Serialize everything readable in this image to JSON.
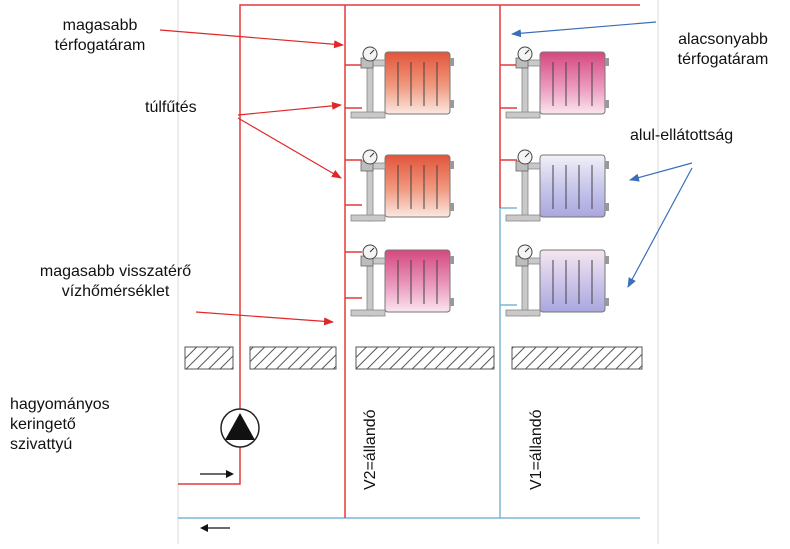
{
  "labels": {
    "higher_flow": [
      "magasabb",
      "térfogatáram"
    ],
    "lower_flow": [
      "alacsonyabb",
      "térfogatáram"
    ],
    "overheating": "túlfűtés",
    "underheating": "alul-ellátottság",
    "higher_return": [
      "magasabb visszatérő",
      "vízhőmérséklet"
    ],
    "pump": [
      "hagyományos",
      "keringető",
      "szivattyú"
    ],
    "v2": "V2=állandó",
    "v1": "V1=állandó"
  },
  "colors": {
    "supply": "#e23a3a",
    "return": "#7fb6d6",
    "arrow_red": "#e02828",
    "arrow_blue": "#3a6fb8",
    "rad_hot": "#e8684a",
    "rad_pink": "#d94c8a",
    "rad_cold": "#a8a8e0"
  },
  "icons": [
    "thermostat-valve-icon",
    "pump-icon",
    "flow-arrow-icon"
  ]
}
